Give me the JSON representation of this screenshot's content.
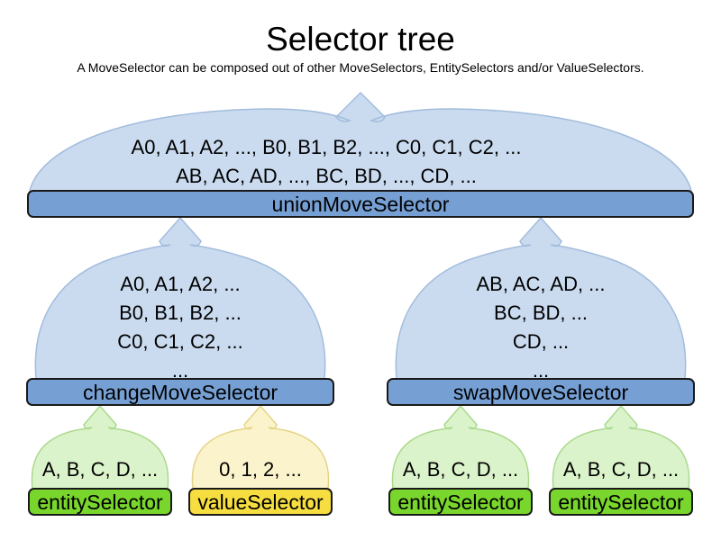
{
  "title": "Selector tree",
  "subtitle": "A MoveSelector can be composed out of other MoveSelectors, EntitySelectors and/or ValueSelectors.",
  "colors": {
    "move_balloon_fill": "#cadbf0",
    "move_balloon_stroke": "#a2bcdc",
    "move_bar_fill": "#76a0d4",
    "entity_balloon_fill": "#dbf3ca",
    "entity_balloon_stroke": "#abd98e",
    "entity_bar_fill": "#79d62c",
    "value_balloon_fill": "#fbf3cb",
    "value_balloon_stroke": "#e5d486",
    "value_bar_fill": "#f6de41",
    "bar_stroke": "#1a1a1a"
  },
  "nodes": {
    "union": {
      "label": "unionMoveSelector",
      "lines": [
        "A0, A1, A2, ..., B0, B1, B2, ..., C0, C1, C2, ...",
        "AB, AC, AD, ..., BC, BD, ..., CD, ..."
      ]
    },
    "change": {
      "label": "changeMoveSelector",
      "lines": [
        "A0, A1, A2, ...",
        "B0, B1, B2, ...",
        "C0, C1, C2, ...",
        "..."
      ]
    },
    "swap": {
      "label": "swapMoveSelector",
      "lines": [
        "AB, AC, AD, ...",
        "BC, BD, ...",
        "CD, ...",
        "..."
      ]
    },
    "entity1": {
      "label": "entitySelector",
      "lines": [
        "A, B, C, D, ..."
      ]
    },
    "value1": {
      "label": "valueSelector",
      "lines": [
        "0, 1, 2, ..."
      ]
    },
    "entity2": {
      "label": "entitySelector",
      "lines": [
        "A, B, C, D, ..."
      ]
    },
    "entity3": {
      "label": "entitySelector",
      "lines": [
        "A, B, C, D, ..."
      ]
    }
  }
}
